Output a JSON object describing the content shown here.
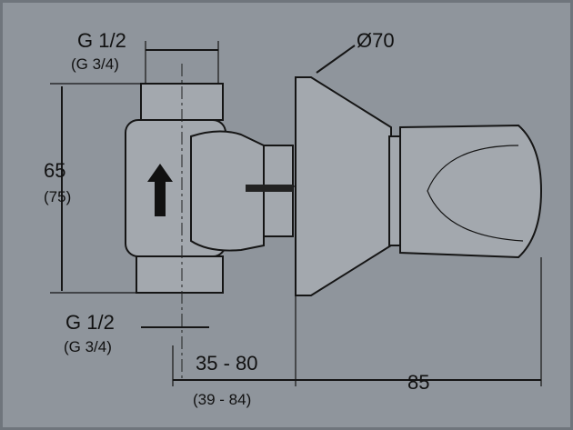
{
  "diagram": {
    "labels": {
      "inlet_top": "G 1/2",
      "inlet_top_alt": "(G 3/4)",
      "rosette_diameter": "Ø70",
      "height": "65",
      "height_alt": "(75)",
      "outlet_bottom": "G 1/2",
      "outlet_bottom_alt": "(G 3/4)",
      "depth": "35 - 80",
      "depth_alt": "(39 - 84)",
      "handle_length": "85"
    },
    "colors": {
      "background": "#8f959c",
      "line": "#151515",
      "part": "#a3a8ae"
    }
  }
}
